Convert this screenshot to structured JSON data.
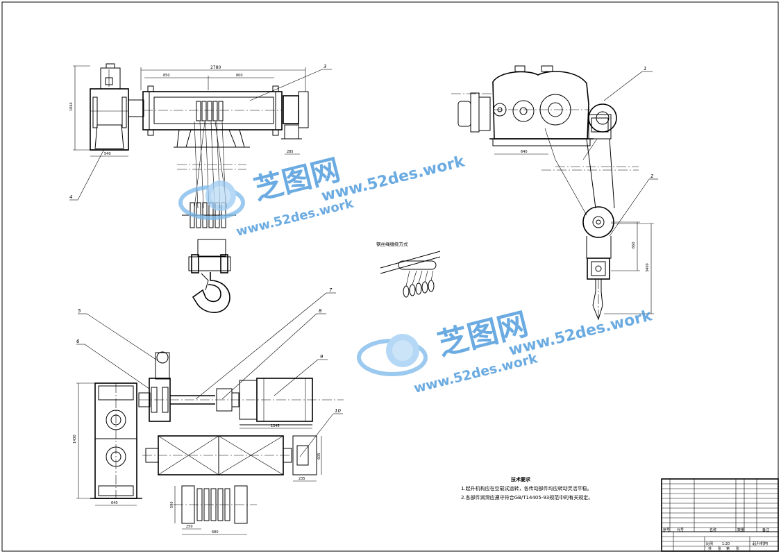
{
  "watermark": {
    "brand_cn": "芝图网",
    "url": "www.52des.work",
    "color": "#3a8fd8"
  },
  "labels": {
    "rope_winding": "钢丝绳缠绕方式"
  },
  "tech_requirements": {
    "title": "技术要求",
    "items": [
      "1.起升机构应在空载试运转，各传动部件均应转动灵活平稳。",
      "2.各部件润滑应遵守符合GB/T14405-93规范中的有关规定。"
    ]
  },
  "balloons": [
    "1",
    "2",
    "3",
    "4",
    "5",
    "6",
    "7",
    "8",
    "9",
    "10"
  ],
  "dimensions": {
    "overall_width": "2780",
    "span_left": "850",
    "span_right": "800",
    "height_left": "1064",
    "base_left": "540",
    "motor_base": "285",
    "gearbox_side": "640",
    "hook_h1": "660",
    "hook_h2": "3400",
    "plan_height": "1430",
    "plan_base": "640",
    "motor_len": "1345",
    "brake_w": "235",
    "brake_h": "605",
    "block_w": "250",
    "block_span": "680",
    "block_h": "590"
  },
  "title_block": {
    "seq": "序号",
    "code": "代号",
    "name": "名称",
    "qty": "数量",
    "remark": "备注",
    "scale_label": "比例",
    "scale_value": "1:20",
    "drawing_name": "起升机构",
    "meta": [
      "共",
      "张",
      "第",
      "张"
    ]
  }
}
